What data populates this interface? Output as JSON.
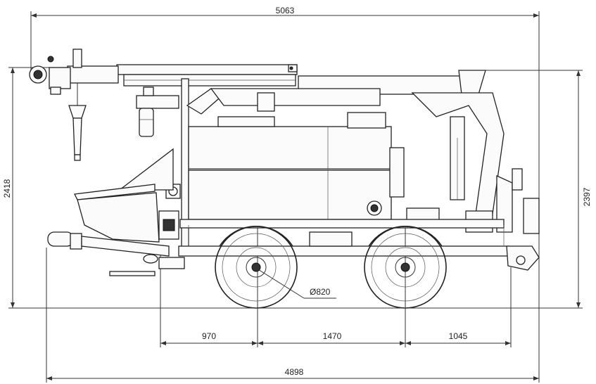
{
  "dimensions": {
    "overall_length": "5063",
    "chassis_length": "4898",
    "height_left": "2418",
    "height_right": "2397",
    "axle_spacing_1": "970",
    "axle_spacing_2": "1470",
    "axle_spacing_3": "1045",
    "wheel_diameter": "Ø820"
  }
}
